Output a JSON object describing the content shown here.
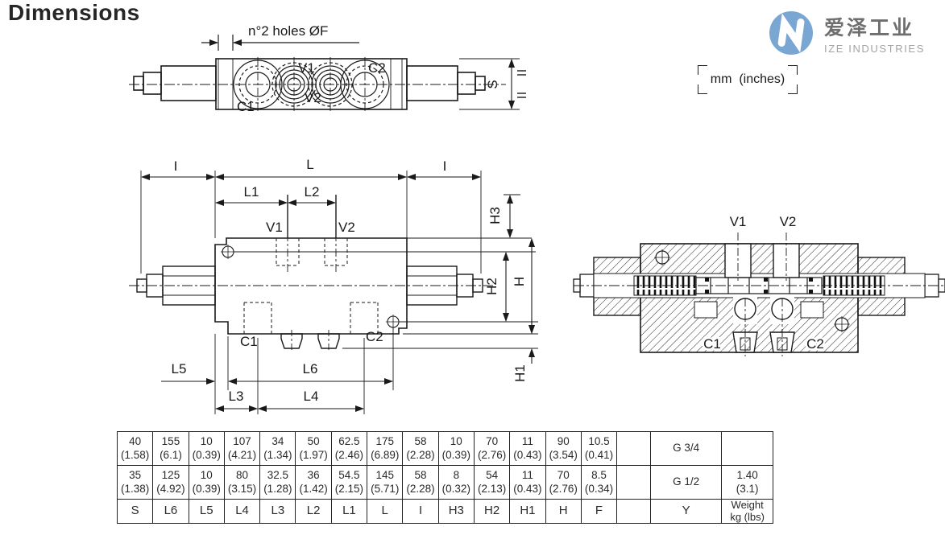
{
  "title": "Dimensions",
  "logo": {
    "chinese": "爱泽工业",
    "english": "IZE INDUSTRIES",
    "circle_color": "#7AA6D4"
  },
  "units_label": "mm  (inches)",
  "top_view": {
    "callout": "n°2 holes ØF",
    "port_c1": "C1",
    "port_v1": "V1",
    "port_v2": "V2",
    "port_c2": "C2",
    "dim_s": "S"
  },
  "side_view": {
    "dim_i_left": "I",
    "dim_l": "L",
    "dim_i_right": "I",
    "dim_l1": "L1",
    "dim_l2": "L2",
    "port_v1": "V1",
    "port_v2": "V2",
    "dim_h3": "H3",
    "dim_h2": "H2",
    "dim_h": "H",
    "dim_h1": "H1",
    "port_c1": "C1",
    "port_c2": "C2",
    "dim_l5": "L5",
    "dim_l6": "L6",
    "dim_l3": "L3",
    "dim_l4": "L4"
  },
  "section_view": {
    "port_v1": "V1",
    "port_v2": "V2",
    "port_c1": "C1",
    "port_c2": "C2"
  },
  "table": {
    "headers": [
      "S",
      "L6",
      "L5",
      "L4",
      "L3",
      "L2",
      "L1",
      "L",
      "I",
      "H3",
      "H2",
      "H1",
      "H",
      "F",
      "",
      "Y",
      "Weight\nkg (lbs)"
    ],
    "rows": [
      [
        "40\n(1.58)",
        "155\n(6.1)",
        "10\n(0.39)",
        "107\n(4.21)",
        "34\n(1.34)",
        "50\n(1.97)",
        "62.5\n(2.46)",
        "175\n(6.89)",
        "58\n(2.28)",
        "10\n(0.39)",
        "70\n(2.76)",
        "11\n(0.43)",
        "90\n(3.54)",
        "10.5\n(0.41)",
        "",
        "G 3/4",
        ""
      ],
      [
        "35\n(1.38)",
        "125\n(4.92)",
        "10\n(0.39)",
        "80\n(3.15)",
        "32.5\n(1.28)",
        "36\n(1.42)",
        "54.5\n(2.15)",
        "145\n(5.71)",
        "58\n(2.28)",
        "8\n(0.32)",
        "54\n(2.13)",
        "11\n(0.43)",
        "70\n(2.76)",
        "8.5\n(0.34)",
        "",
        "G 1/2",
        "1.40\n(3.1)"
      ]
    ]
  }
}
